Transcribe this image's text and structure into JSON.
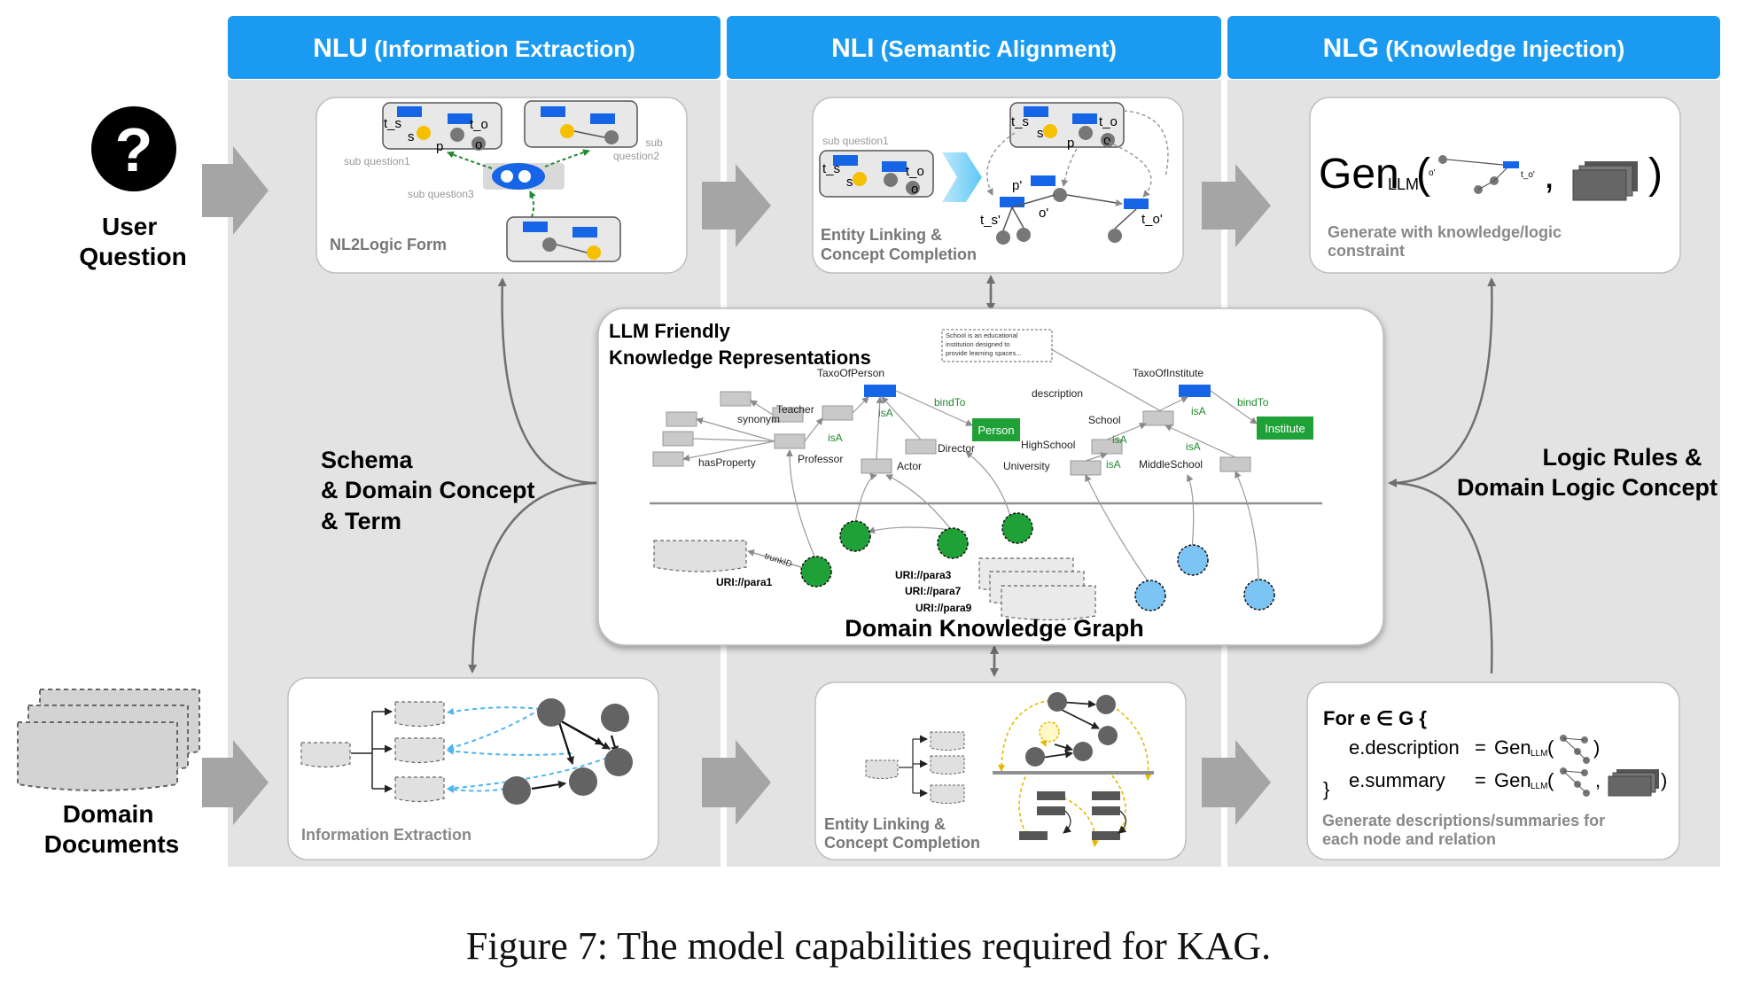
{
  "headers": [
    {
      "bold": "NLU",
      "rest": " (Information Extraction)"
    },
    {
      "bold": "NLI",
      "rest": " (Semantic Alignment)"
    },
    {
      "bold": "NLG",
      "rest": " (Knowledge Injection)"
    }
  ],
  "inputs": {
    "user_question": [
      "User",
      "Question"
    ],
    "domain_documents": [
      "Domain",
      "Documents"
    ]
  },
  "nlu_top": {
    "caption": "NL2Logic Form",
    "sub1": "sub question1",
    "sub2": [
      "sub",
      "question2"
    ],
    "sub3": "sub question3",
    "ts": "t_s",
    "to": "t_o",
    "s": "s",
    "p": "p",
    "o": "o"
  },
  "nli_top": {
    "caption": [
      "Entity Linking &",
      "Concept Completion"
    ],
    "sub1": "sub question1",
    "ts": "t_s",
    "to": "t_o",
    "s": "s",
    "p": "p",
    "o": "o",
    "pp": "p'",
    "op": "o'",
    "tsp": "t_s'",
    "top": "t_o'"
  },
  "nlg_top": {
    "gen": "Gen",
    "llm": "LLM",
    "caption": [
      "Generate with knowledge/logic",
      "constraint"
    ],
    "op": "o'",
    "top": "t_o'"
  },
  "side_labels": {
    "schema": [
      "Schema",
      "& Domain Concept",
      "& Term"
    ],
    "logic": [
      "Logic Rules &",
      "Domain Logic Concept"
    ]
  },
  "center": {
    "title": [
      "LLM Friendly",
      "Knowledge Representations"
    ],
    "note": [
      "School is an educational",
      "institution designed to",
      "provide learning spaces..."
    ],
    "schema_labels": {
      "taxo_person": "TaxoOfPerson",
      "taxo_institute": "TaxoOfInstitute",
      "description": "description",
      "bind_to_1": "bindTo",
      "bind_to_2": "bindTo",
      "person": "Person",
      "institute": "Institute",
      "synonym": "synonym",
      "teacher": "Teacher",
      "is_a_1": "isA",
      "is_a_2": "isA",
      "is_a_3": "isA",
      "is_a_4": "isA",
      "is_a_5": "isA",
      "is_a_6": "isA",
      "professor": "Professor",
      "has_property": "hasProperty",
      "director": "Director",
      "actor": "Actor",
      "school": "School",
      "high_school": "HighSchool",
      "university": "University",
      "middle_school": "MiddleSchool"
    },
    "trunk_id": "trunkID",
    "uri1": "URI://para1",
    "uri3": "URI://para3",
    "uri7": "URI://para7",
    "uri9": "URI://para9",
    "graph_title": "Domain Knowledge Graph"
  },
  "nlu_bottom": {
    "caption": "Information Extraction"
  },
  "nli_bottom": {
    "caption": [
      "Entity Linking &",
      "Concept Completion"
    ]
  },
  "nlg_bottom": {
    "for_line": "For e ∈ G {",
    "desc_lhs": "e.description",
    "sum_lhs": "e.summary",
    "eq": "=",
    "gen": "Gen",
    "llm": "LLM",
    "close_brace": "}",
    "caption": [
      "Generate descriptions/summaries for",
      "each node and relation"
    ]
  },
  "figure_caption": "Figure 7: The model capabilities required for KAG.",
  "colors": {
    "header_blue": "#1a9af0",
    "column_gray": "#e3e3e3",
    "arrow_gray": "#a5a5a5",
    "node_blue": "#1565e6",
    "node_green": "#1fa137",
    "node_light_blue": "#7cc4f4",
    "node_yellow": "#f5c000",
    "ie_arrow_blue": "#4db5f2",
    "dashed_yellow": "#e8b800"
  }
}
